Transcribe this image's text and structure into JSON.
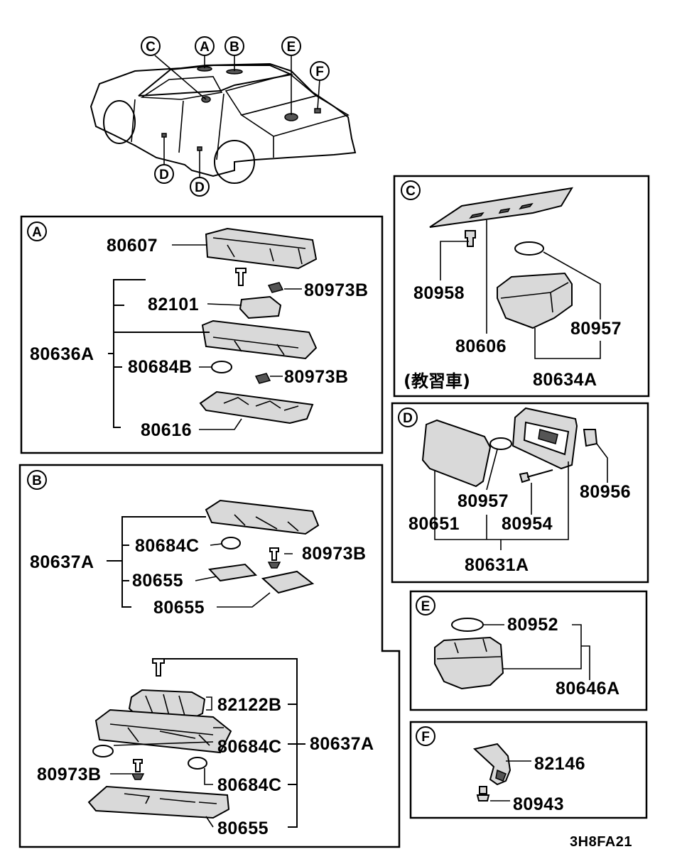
{
  "diagram_code": "3H8FA21",
  "car": {
    "markers": {
      "C": "C",
      "A": "A",
      "B": "B",
      "E": "E",
      "F": "F",
      "D1": "D",
      "D2": "D"
    }
  },
  "sections": {
    "A": {
      "label": "A",
      "parts": {
        "p80607": "80607",
        "p82101": "82101",
        "p80973B_1": "80973B",
        "p80636A": "80636A",
        "p80684B": "80684B",
        "p80973B_2": "80973B",
        "p80616": "80616"
      }
    },
    "B": {
      "label": "B",
      "parts": {
        "p80637A_1": "80637A",
        "p80684C_1": "80684C",
        "p80973B_1": "80973B",
        "p80655_1": "80655",
        "p80655_2": "80655",
        "p82122B": "82122B",
        "p80637A_2": "80637A",
        "p80684C_2": "80684C",
        "p80973B_2": "80973B",
        "p80684C_3": "80684C",
        "p80655_3": "80655"
      }
    },
    "C": {
      "label": "C",
      "note": "(教習車)",
      "parts": {
        "p80958": "80958",
        "p80957": "80957",
        "p80606": "80606",
        "p80634A": "80634A"
      }
    },
    "D": {
      "label": "D",
      "parts": {
        "p80957": "80957",
        "p80956": "80956",
        "p80651": "80651",
        "p80954": "80954",
        "p80631A": "80631A"
      }
    },
    "E": {
      "label": "E",
      "parts": {
        "p80952": "80952",
        "p80646A": "80646A"
      }
    },
    "F": {
      "label": "F",
      "parts": {
        "p82146": "82146",
        "p80943": "80943"
      }
    }
  }
}
